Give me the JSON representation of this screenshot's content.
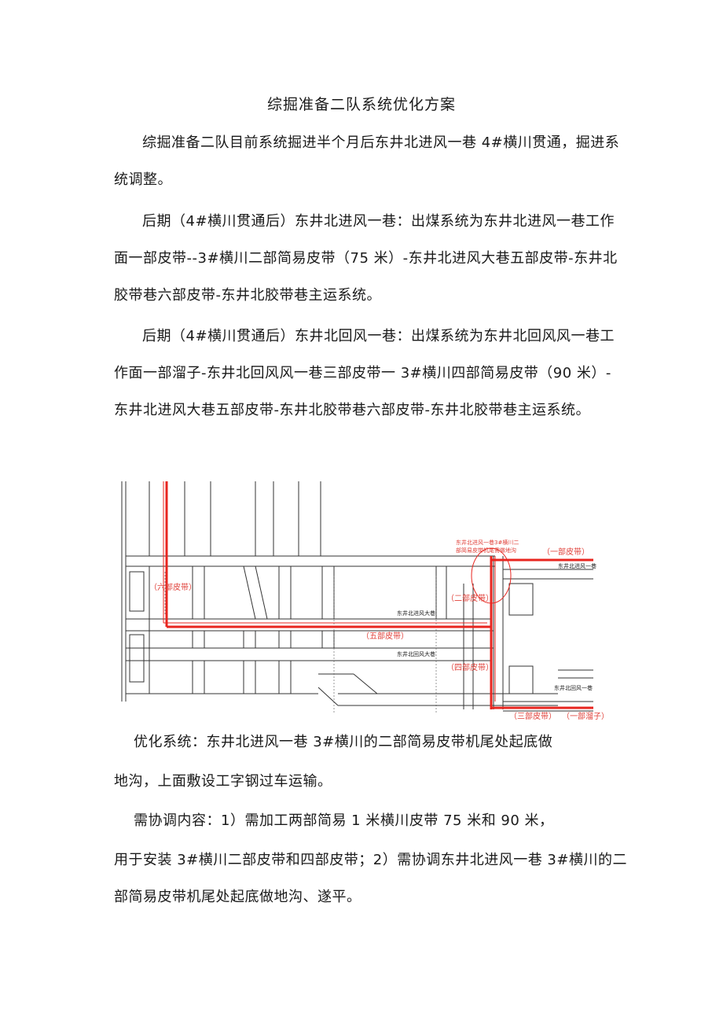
{
  "doc": {
    "title": "综掘准备二队系统优化方案",
    "p1": "综掘准备二队目前系统掘进半个月后东井北进风一巷 4#横川贯通，掘进系统调整。",
    "p2": "后期（4#横川贯通后）东井北进风一巷：出煤系统为东井北进风一巷工作面一部皮带--3#横川二部简易皮带（75 米）-东井北进风大巷五部皮带-东井北胶带巷六部皮带-东井北胶带巷主运系统。",
    "p3": "后期（4#横川贯通后）东井北回风一巷：出煤系统为东井北回风风一巷工作面一部溜子-东井北回风风一巷三部皮带一 3#横川四部简易皮带（90 米）-东井北进风大巷五部皮带-东井北胶带巷六部皮带-东井北胶带巷主运系统。",
    "p4a": "优化系统：东井北进风一巷 3#横川的二部简易皮带机尾处起底做",
    "p4b": "地沟，上面敷设工字钢过车运输。",
    "p5a": "需协调内容：1）需加工两部简易 1 米横川皮带 75 米和 90 米，",
    "p5b": "用于安装 3#横川二部皮带和四部皮带；2）需协调东井北进风一巷 3#横川的二部简易皮带机尾处起底做地沟、遂平。"
  },
  "diagram": {
    "labels": {
      "belt6": "（六部皮带）",
      "belt5": "（五部皮带）",
      "belt2": "（二部皮带）",
      "belt4": "（四部皮带）",
      "belt1": "（一部皮带）",
      "belt3": "（三部皮带）",
      "chute1": "（一部溜子）",
      "note": "东井北进风一巷3#横川二",
      "note2": "部简易皮带机尾需做地沟",
      "intake_main": "东井北进风大巷",
      "return_main": "东井北回风大巷",
      "intake1": "东井北进风一巷",
      "return1": "东井北回风一巷"
    },
    "colors": {
      "belt": "#e8251f",
      "line": "#333333"
    }
  }
}
